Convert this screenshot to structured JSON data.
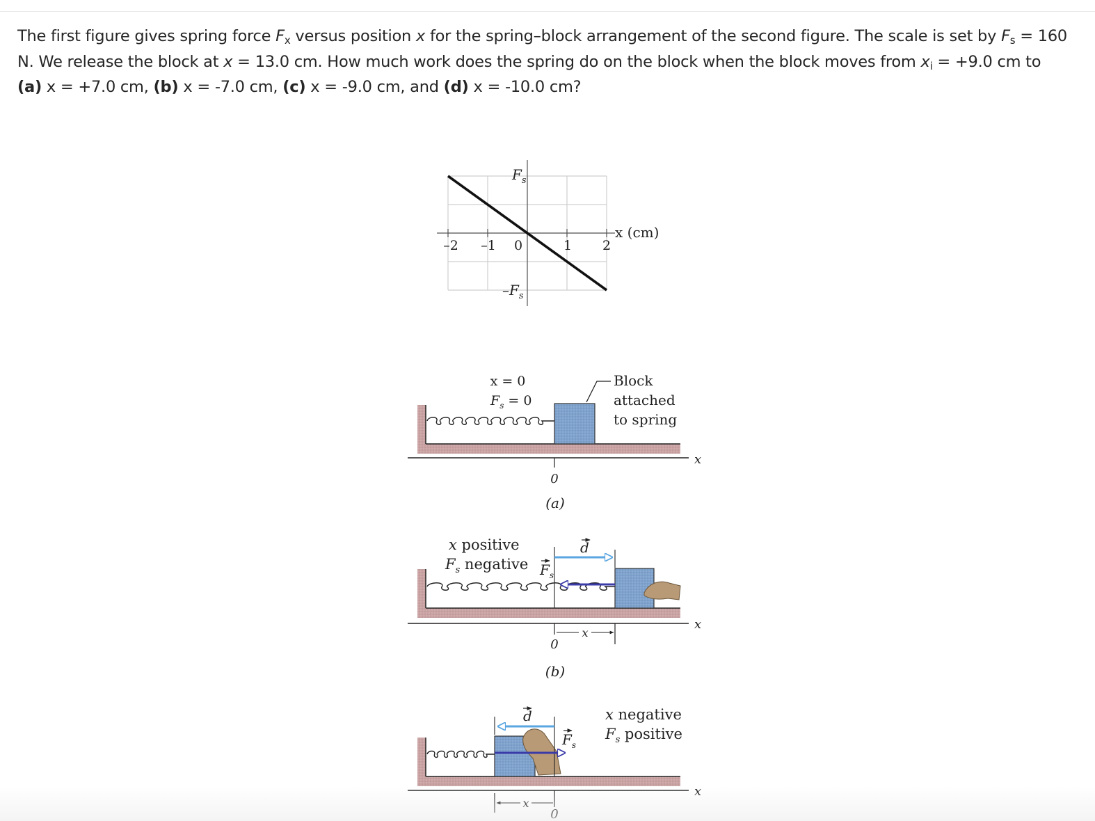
{
  "question": {
    "p1": "The first figure gives spring force ",
    "fx_var": "F",
    "fx_sub": "x",
    "p2": " versus position ",
    "x_var": "x",
    "p3": " for the spring–block arrangement of the second figure. The scale is set by ",
    "fs_var": "F",
    "fs_sub": "s",
    "p4": " = 160 N. We release the block at ",
    "x_var2": "x",
    "p5": " = 13.0 cm. How much work does the spring do on the block when the block moves from ",
    "xi_var": "x",
    "xi_sub": "i",
    "p6": " = +9.0 cm to ",
    "part_a": "(a)",
    "a_text": " x = +7.0 cm, ",
    "part_b": "(b)",
    "b_text": " x = -7.0 cm, ",
    "part_c": "(c)",
    "c_text": " x = -9.0 cm, and ",
    "part_d": "(d)",
    "d_text": " x = -10.0 cm?"
  },
  "graph": {
    "fs_top_label": "F",
    "fs_top_sub": "s",
    "fs_bottom_label": "–F",
    "fs_bottom_sub": "s",
    "x_axis_label": "x (cm)",
    "tick_labels": [
      "–2",
      "–1",
      "0",
      "1",
      "2"
    ],
    "chart_data": {
      "type": "line",
      "x": [
        -2,
        2
      ],
      "y": [
        1,
        -1
      ],
      "xlabel": "x (cm)",
      "ylabel": "F",
      "xlim": [
        -2,
        2
      ],
      "ylim": [
        -1,
        1
      ],
      "grid": true
    }
  },
  "panel_a": {
    "x_eq": "x = 0",
    "fs_eq_var": "F",
    "fs_eq_sub": "s",
    "fs_eq_rest": " = 0",
    "block_label_1": "Block",
    "block_label_2": "attached",
    "block_label_3": "to spring",
    "axis_label": "x",
    "zero_label": "0",
    "caption": "(a)"
  },
  "panel_b": {
    "line1": "x positive",
    "line2_var": "F",
    "line2_sub": "s",
    "line2_rest": " negative",
    "d_label": "d",
    "fs_var": "F",
    "fs_sub": "s",
    "x_marker": "x",
    "axis_label": "x",
    "zero_label": "0",
    "caption": "(b)"
  },
  "panel_c": {
    "line1": "x negative",
    "line2_var": "F",
    "line2_sub": "s",
    "line2_rest": " positive",
    "d_label": "d",
    "fs_var": "F",
    "fs_sub": "s",
    "x_marker": "x",
    "axis_label": "x",
    "zero_label": "0"
  },
  "colors": {
    "block": "#7fa2cc",
    "floor": "#c9a3a3",
    "arrow_d": "#5aa6e0",
    "arrow_f": "#3b3ba8",
    "hand": "#b89a77"
  }
}
